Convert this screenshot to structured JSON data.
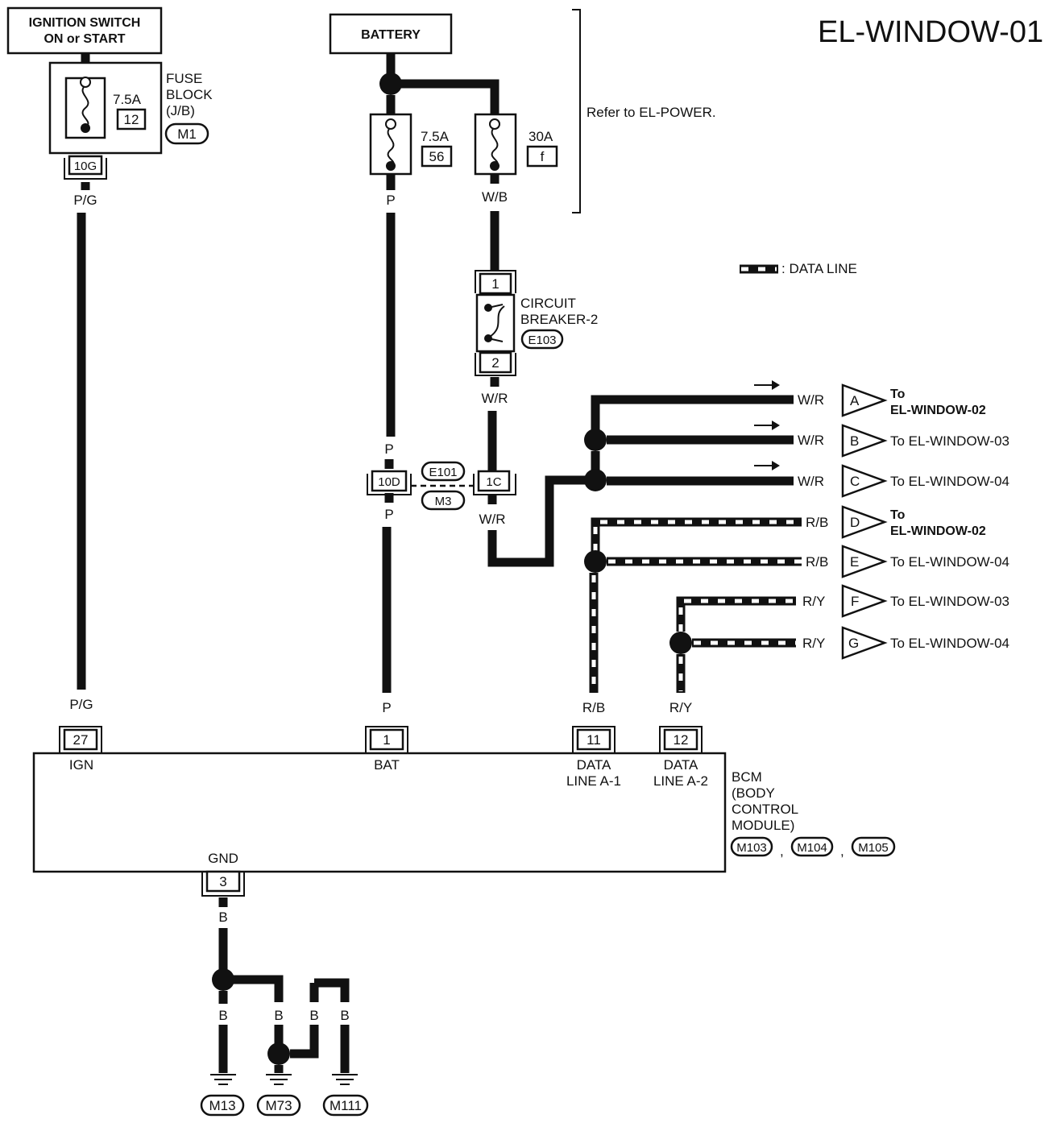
{
  "title": "EL-WINDOW-01",
  "ignition_switch": {
    "line1": "IGNITION SWITCH",
    "line2": "ON or START"
  },
  "battery": "BATTERY",
  "refer_note": "Refer to EL-POWER.",
  "legend_data_line": ": DATA LINE",
  "fuse_block": {
    "line1": "FUSE",
    "line2": "BLOCK",
    "line3": "(J/B)",
    "connector": "M1",
    "rating": "7.5A",
    "number": "12",
    "terminal": "10G"
  },
  "fuse_56": {
    "rating": "7.5A",
    "number": "56"
  },
  "fuse_f": {
    "rating": "30A",
    "number": "f"
  },
  "circuit_breaker": {
    "line1": "CIRCUIT",
    "line2": "BREAKER-2",
    "connector": "E103",
    "pin_top": "1",
    "pin_bottom": "2"
  },
  "joint_connector": {
    "left_pin": "10D",
    "right_pin": "1C",
    "conn_top": "E101",
    "conn_bottom": "M3"
  },
  "wires": {
    "pg_top": "P/G",
    "pg_bottom": "P/G",
    "p_top": "P",
    "p_mid": "P",
    "p_lower": "P",
    "p_bottom": "P",
    "wb": "W/B",
    "wr_cb": "W/R",
    "wr_jc": "W/R",
    "rb_bottom": "R/B",
    "ry_bottom": "R/Y",
    "gnd_b": "B",
    "gnd_b1": "B",
    "gnd_b2": "B",
    "gnd_b3": "B",
    "gnd_b4": "B"
  },
  "outputs": [
    {
      "letter": "A",
      "wire": "W/R",
      "dest1": "To",
      "dest2": "EL-WINDOW-02"
    },
    {
      "letter": "B",
      "wire": "W/R",
      "dest1": "To EL-WINDOW-03"
    },
    {
      "letter": "C",
      "wire": "W/R",
      "dest1": "To EL-WINDOW-04"
    },
    {
      "letter": "D",
      "wire": "R/B",
      "dest1": "To",
      "dest2": "EL-WINDOW-02"
    },
    {
      "letter": "E",
      "wire": "R/B",
      "dest1": "To EL-WINDOW-04"
    },
    {
      "letter": "F",
      "wire": "R/Y",
      "dest1": "To EL-WINDOW-03"
    },
    {
      "letter": "G",
      "wire": "R/Y",
      "dest1": "To EL-WINDOW-04"
    }
  ],
  "bcm": {
    "line1": "BCM",
    "line2": "(BODY",
    "line3": "CONTROL",
    "line4": "MODULE)",
    "connectors": [
      "M103",
      "M104",
      "M105"
    ],
    "separator": ",",
    "pin_ign": "27",
    "label_ign": "IGN",
    "pin_bat": "1",
    "label_bat": "BAT",
    "pin_dl1": "11",
    "label_dl1a": "DATA",
    "label_dl1b": "LINE A-1",
    "pin_dl2": "12",
    "label_dl2a": "DATA",
    "label_dl2b": "LINE A-2",
    "pin_gnd": "3",
    "label_gnd": "GND"
  },
  "grounds": [
    "M13",
    "M73",
    "M111"
  ]
}
